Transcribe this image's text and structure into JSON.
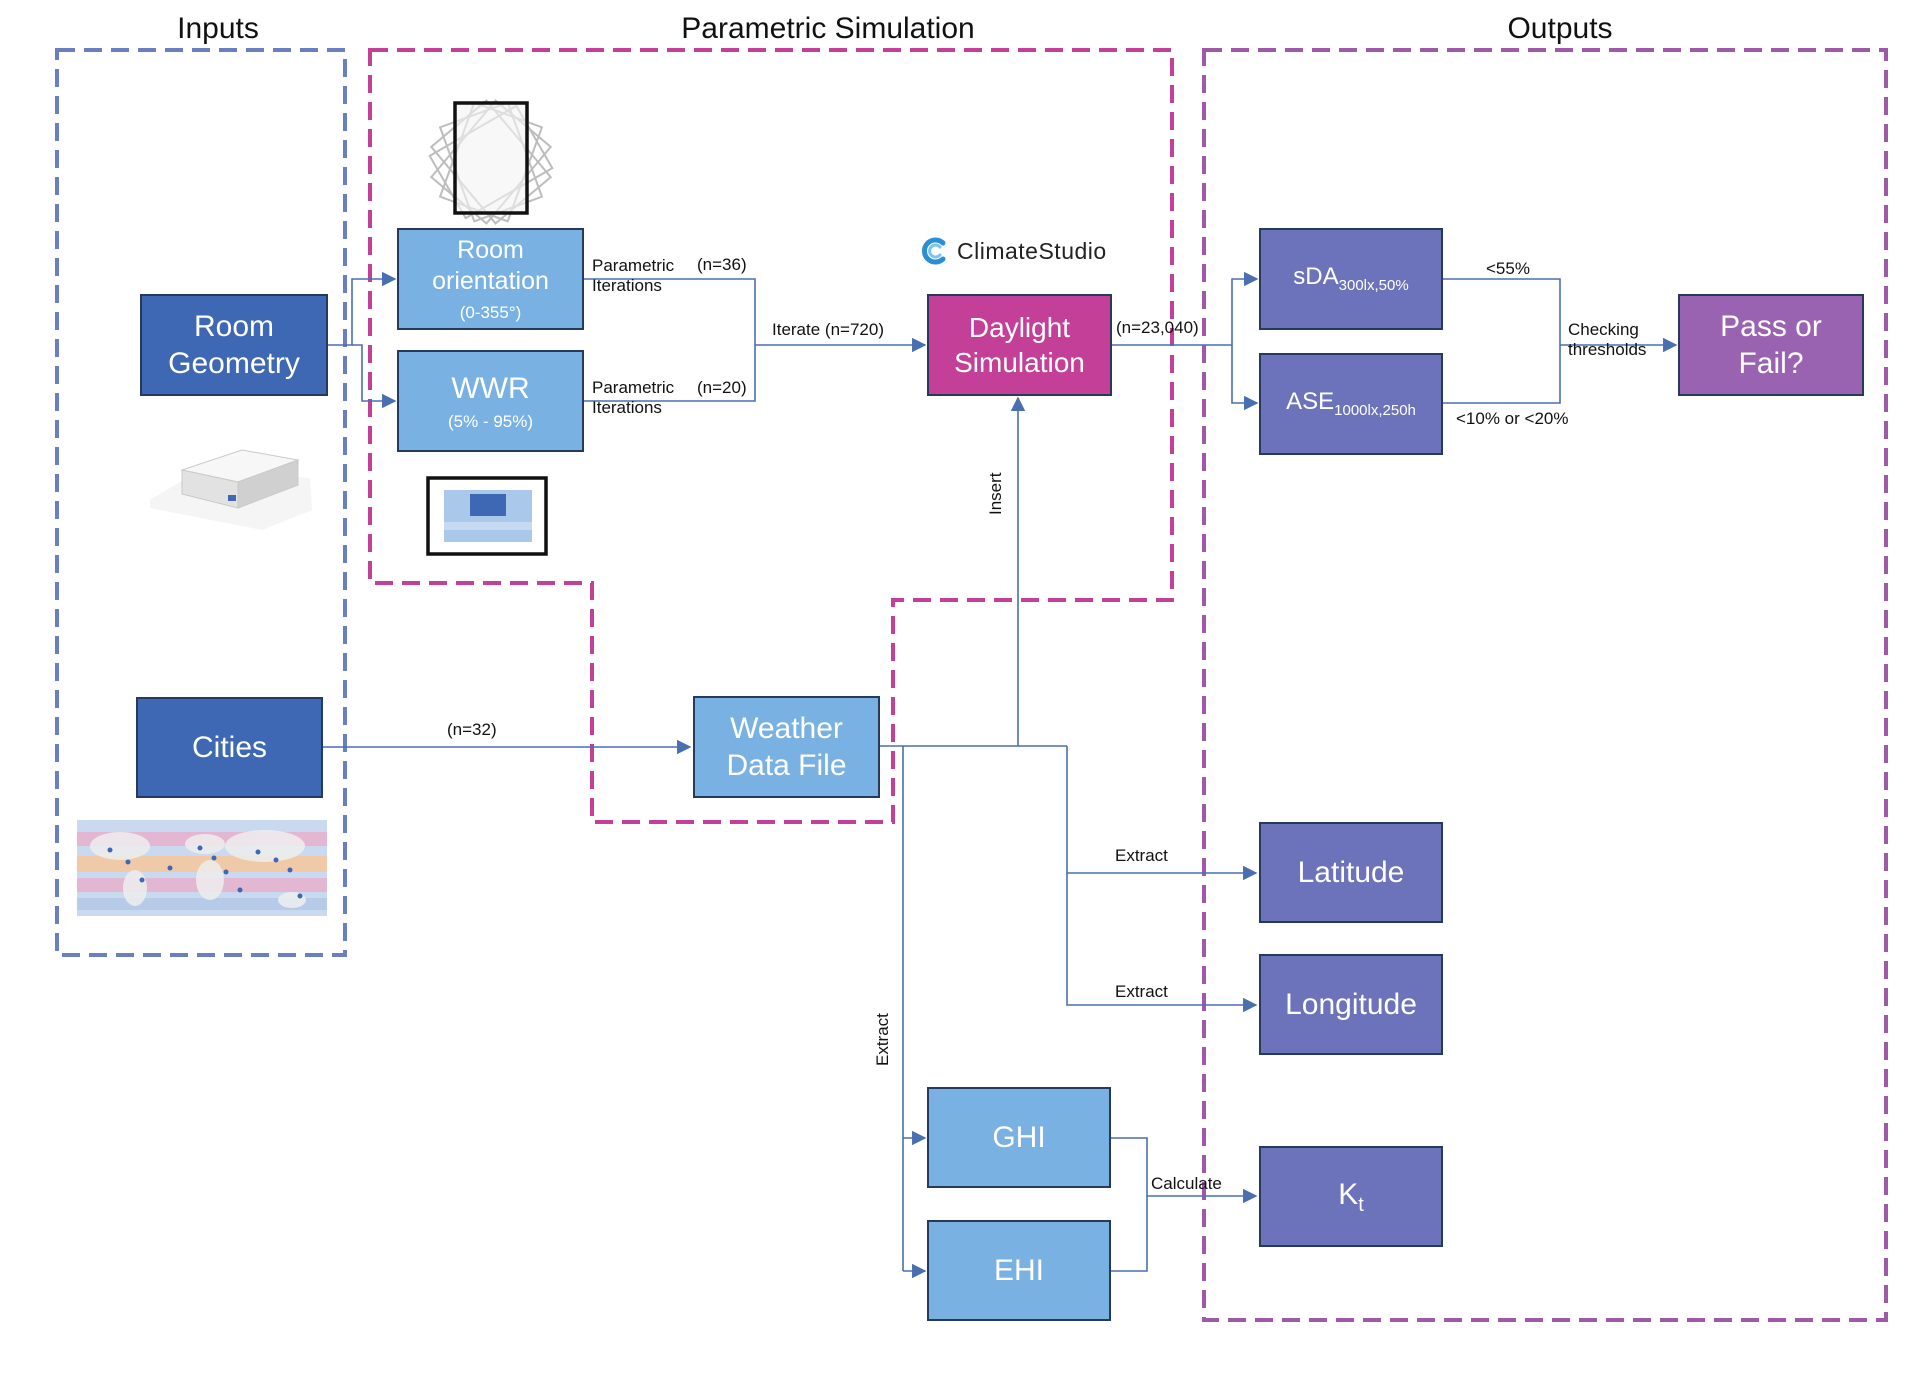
{
  "regions": {
    "inputs": "Inputs",
    "parametric": "Parametric Simulation",
    "outputs": "Outputs"
  },
  "boxes": {
    "room_geometry": "Room\nGeometry",
    "cities": "Cities",
    "room_orientation": "Room\norientation",
    "room_orientation_range": "(0-355°)",
    "wwr": "WWR",
    "wwr_range": "(5% - 95%)",
    "daylight_simulation": "Daylight\nSimulation",
    "weather_data_file": "Weather\nData File",
    "ghi": "GHI",
    "ehi": "EHI",
    "sda": "sDA",
    "sda_sub": "300lx,50%",
    "ase": "ASE",
    "ase_sub": "1000lx,250h",
    "pass_or_fail": "Pass or\nFail?",
    "latitude": "Latitude",
    "longitude": "Longitude",
    "kt": "K",
    "kt_sub": "t"
  },
  "labels": {
    "parametric_iterations_1": "Parametric\nIterations",
    "n36": "(n=36)",
    "parametric_iterations_2": "Parametric\nIterations",
    "n20": "(n=20)",
    "iterate": "Iterate (n=720)",
    "n23040": "(n=23,040)",
    "n32": "(n=32)",
    "insert": "Insert",
    "lt55": "<55%",
    "lt10_20": "<10% or <20%",
    "checking": "Checking\nthresholds",
    "extract_lat": "Extract",
    "extract_lon": "Extract",
    "extract_vertical": "Extract",
    "calculate": "Calculate"
  },
  "logo": {
    "text": "ClimateStudio",
    "icon": "climatestudio-logo-icon"
  },
  "images": {
    "orientation": "rotated-rectangles-icon",
    "room3d": "room-3d-model-icon",
    "window": "window-facade-icon",
    "worldmap": "world-map-icon"
  },
  "colors": {
    "dark": "#3e68b4",
    "light": "#78b1e2",
    "purple": "#6c73ba",
    "magenta": "#c43f97",
    "violet": "#9a63b1",
    "inputs_dash": "#6b7fc0",
    "parametric_dash": "#c43f97",
    "outputs_dash": "#a058a8",
    "wire": "#4a6fb0"
  }
}
